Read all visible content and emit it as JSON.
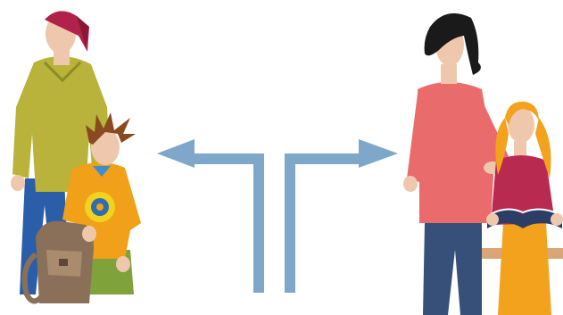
{
  "scene": {
    "background": "#ffffff",
    "arrow_color": "#7ea7c9",
    "figures": {
      "left": [
        "teen-boy-with-cap",
        "boy-with-backpack"
      ],
      "right": [
        "woman-teacher",
        "girl-reading-book"
      ]
    }
  }
}
